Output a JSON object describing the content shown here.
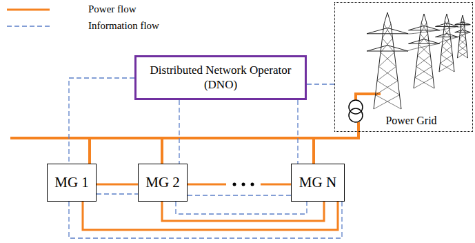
{
  "diagram": {
    "nodes": [
      {
        "text": [
          "Distributed Network Operator (DNO)"
        ]
      },
      {
        "text": [
          "Power Grid"
        ]
      },
      {
        "text": [
          "MG 1"
        ]
      },
      {
        "text": [
          "MG 2"
        ]
      },
      {
        "text": [
          "MG N"
        ]
      }
    ],
    "edges": [
      {
        "from": 2,
        "to": 3,
        "arrow": "none"
      },
      {
        "from": 3,
        "to": 4,
        "arrow": "none"
      },
      {
        "from": 2,
        "to": 3,
        "arrow": "none"
      },
      {
        "from": 3,
        "to": 4,
        "arrow": "none"
      },
      {
        "from": 2,
        "to": 4,
        "arrow": "none"
      },
      {
        "from": 3,
        "to": 4,
        "arrow": "none"
      },
      {
        "from": 2,
        "to": 4,
        "arrow": "none"
      },
      {
        "from": 3,
        "to": 4,
        "arrow": "none"
      },
      {
        "from": 0,
        "to": 2,
        "arrow": "none"
      },
      {
        "from": 0,
        "to": 3,
        "arrow": "none"
      },
      {
        "from": 0,
        "to": 4,
        "arrow": "none"
      },
      {
        "from": 0,
        "to": 1,
        "arrow": "none"
      }
    ],
    "legend": [
      {
        "text": "Power flow"
      },
      {
        "text": "Information flow"
      }
    ]
  }
}
